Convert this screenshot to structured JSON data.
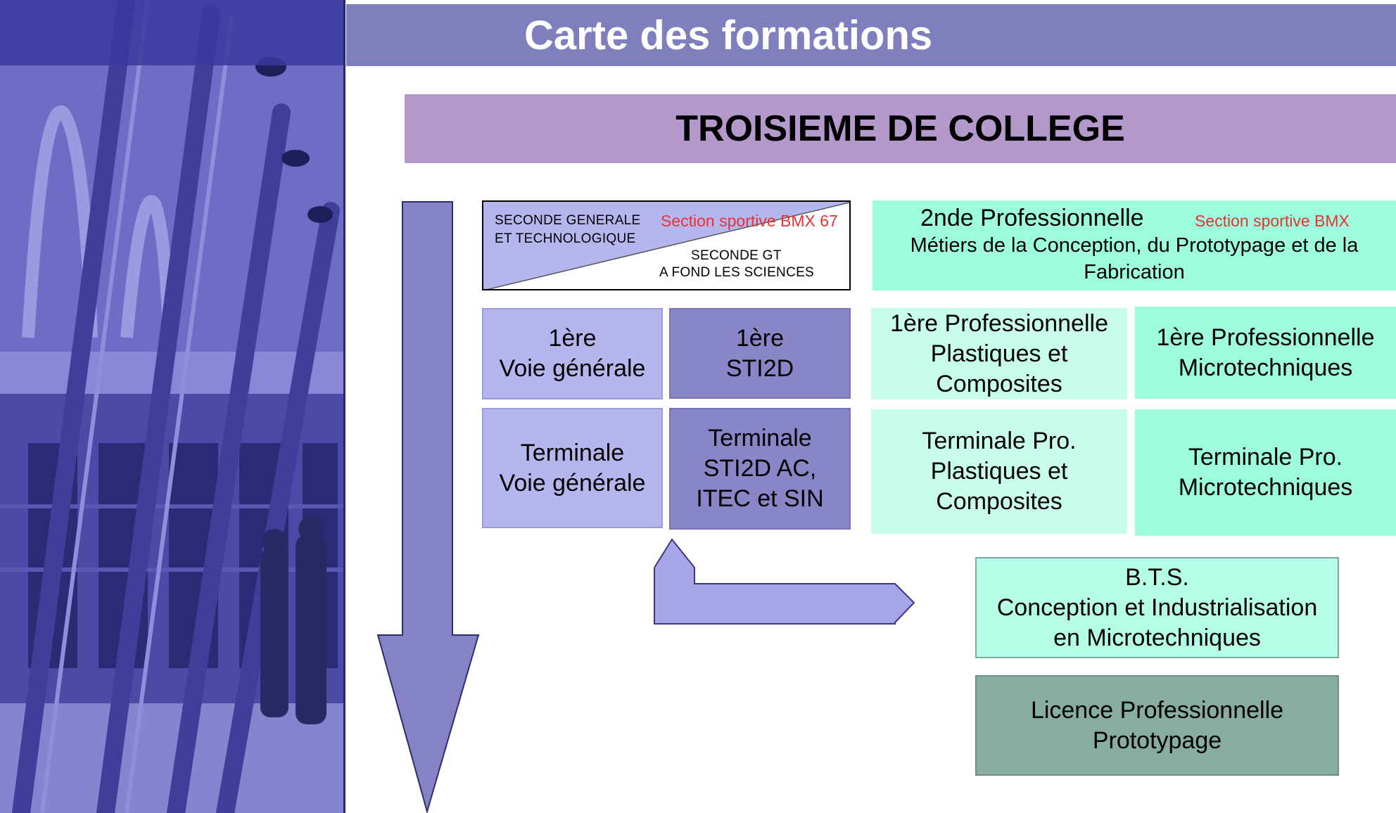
{
  "title": "Carte des formations",
  "college": "TROISIEME DE COLLEGE",
  "seconde": {
    "line1": "SECONDE GENERALE",
    "line2": "ET TECHNOLOGIQUE",
    "bmx": "Section sportive BMX 67",
    "sgt1": "SECONDE GT",
    "sgt2": "A FOND LES SCIENCES"
  },
  "pro2nde": {
    "title": "2nde Professionnelle",
    "bmx": "Section sportive BMX",
    "line2": "Métiers de la Conception, du Prototypage et de la",
    "line3": "Fabrication"
  },
  "boxes": {
    "premiere_gen": [
      "1ère",
      "Voie générale"
    ],
    "premiere_sti2d": [
      "1ère",
      "STI2D"
    ],
    "terminale_gen": [
      "Terminale",
      "Voie générale"
    ],
    "terminale_sti2d": [
      "Terminale",
      "STI2D AC,",
      "ITEC et SIN"
    ],
    "premiere_pro_plast": [
      "1ère Professionnelle",
      "Plastiques et",
      "Composites"
    ],
    "premiere_pro_micro": [
      "1ère Professionnelle",
      "Microtechniques"
    ],
    "terminale_pro_plast": [
      "Terminale Pro.",
      "Plastiques et",
      "Composites"
    ],
    "terminale_pro_micro": [
      "Terminale Pro.",
      "Microtechniques"
    ],
    "bts": [
      "B.T.S.",
      "Conception et Industrialisation",
      "en Microtechniques"
    ],
    "licence": [
      "Licence Professionnelle",
      "Prototypage"
    ]
  },
  "colors": {
    "title_bar": "#7f7fbd",
    "college": "#b399cc",
    "lavender": "#b6b6ee",
    "dark_lavender": "#8886c7",
    "mint": "#9dfbde",
    "light_mint": "#c9fdeb",
    "licence": "#87ada0",
    "arrow": "#8583c5",
    "red": "#e53333"
  }
}
